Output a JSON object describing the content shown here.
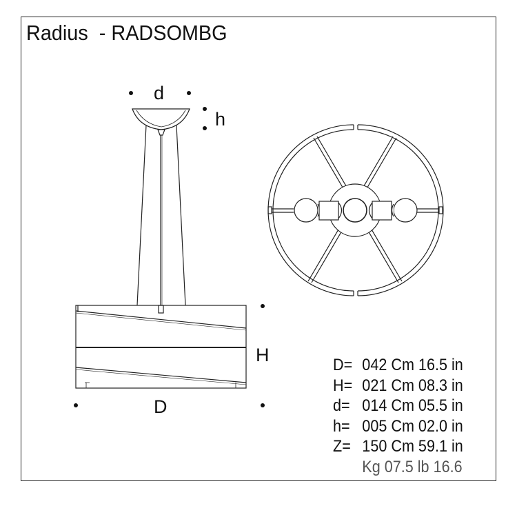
{
  "title": "Radius  - RADSOMBG",
  "labels": {
    "d": "d",
    "h": "h",
    "H": "H",
    "D": "D"
  },
  "specs": [
    {
      "key": "D=",
      "value": "042 Cm 16.5 in"
    },
    {
      "key": "H=",
      "value": "021 Cm 08.3 in"
    },
    {
      "key": "d=",
      "value": "014 Cm 05.5 in"
    },
    {
      "key": "h=",
      "value": "005 Cm 02.0 in"
    },
    {
      "key": "Z=",
      "value": "150 Cm 59.1 in"
    }
  ],
  "weight": "Kg 07.5 lb 16.6"
}
